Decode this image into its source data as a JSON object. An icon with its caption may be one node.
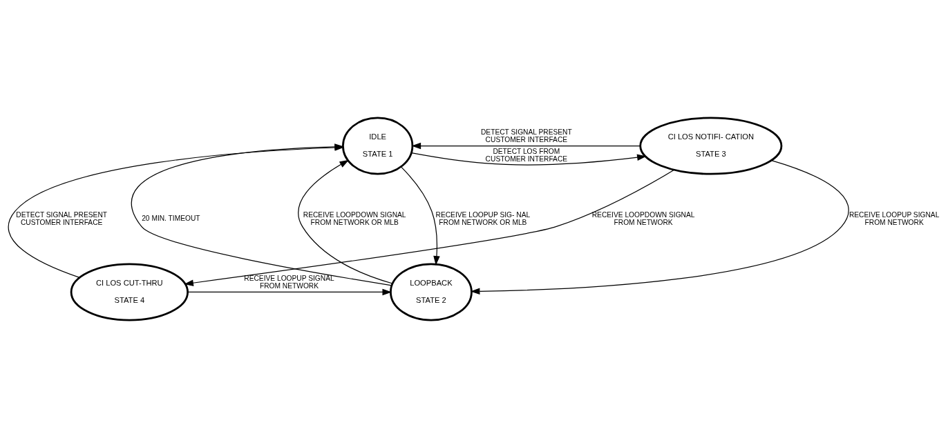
{
  "diagram": {
    "nodes": [
      {
        "text": [
          "IDLE",
          "STATE 1"
        ]
      },
      {
        "text": [
          "CI LOS NOTIFI- CATION",
          "STATE 3"
        ]
      },
      {
        "text": [
          "LOOPBACK",
          "STATE 2"
        ]
      },
      {
        "text": [
          "CI LOS CUT-THRU",
          "STATE 4"
        ]
      }
    ],
    "edges": [
      {
        "from": 0,
        "to": 1,
        "arrow": "to",
        "label": "DETECT LOS FROM CUSTOMER INTERFACE"
      },
      {
        "from": 1,
        "to": 0,
        "arrow": "to",
        "label": "DETECT SIGNAL PRESENT CUSTOMER INTERFACE"
      },
      {
        "from": 0,
        "to": 2,
        "arrow": "to",
        "label": "RECEIVE LOOPUP SIG- NAL FROM NETWORK OR MLB"
      },
      {
        "from": 2,
        "to": 0,
        "arrow": "to",
        "label": "20 MIN. TIMEOUT"
      },
      {
        "from": 2,
        "to": 0,
        "arrow": "to",
        "label": "RECEIVE LOOPDOWN SIGNAL FROM NETWORK OR MLB"
      },
      {
        "from": 1,
        "to": 2,
        "arrow": "to",
        "label": "RECEIVE LOOPUP SIGNAL FROM NETWORK"
      },
      {
        "from": 1,
        "to": 3,
        "arrow": "to",
        "label": "RECEIVE LOOPDOWN SIGNAL FROM NETWORK"
      },
      {
        "from": 3,
        "to": 0,
        "arrow": "to",
        "label": "DETECT SIGNAL PRESENT CUSTOMER INTERFACE"
      },
      {
        "from": 3,
        "to": 2,
        "arrow": "to",
        "label": "RECEIVE LOOPUP SIGNAL FROM NETWORK"
      }
    ]
  }
}
